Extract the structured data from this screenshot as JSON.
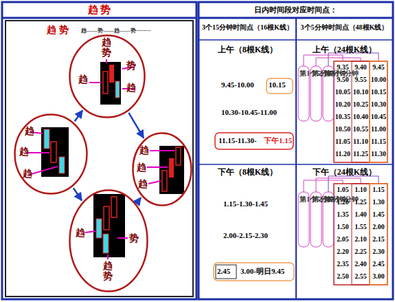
{
  "diagram": {
    "nodes": [
      {
        "text": [
          "趋 势"
        ]
      },
      {
        "text": [
          "趋 势",
          "趋——势——趋——势--------"
        ],
        "in": 0
      },
      {
        "text": [
          "趋势",
          "趋",
          "势",
          "趋"
        ],
        "in": 1
      },
      {
        "text": [
          "趋",
          "趋",
          "趋"
        ],
        "in": 1
      },
      {
        "text": [
          "趋",
          "趋",
          "趋"
        ],
        "in": 1
      },
      {
        "text": [
          "趋",
          "势",
          "趋势"
        ],
        "in": 1
      },
      {
        "text": [
          "日内时间段对应时间点："
        ]
      }
    ],
    "edges": [
      {
        "from": 3,
        "to": 2,
        "arrow": "to"
      },
      {
        "from": 2,
        "to": 4,
        "arrow": "to"
      },
      {
        "from": 3,
        "to": 5,
        "arrow": "to"
      },
      {
        "from": 5,
        "to": 4,
        "arrow": "to"
      }
    ],
    "labels": [
      "3个15分钟时间点（16根K线）",
      "3个5分钟时间点（48根K线）",
      "上午（8根K线）",
      "上午（24根K线）",
      "9.45-10.00",
      "10.15",
      "10.30-10.45-11.00",
      "11.15-11.30-",
      "下午1.15",
      "下午（8根K线）",
      "下午（24根K线）",
      "1.15-1.30-1.45",
      "2.00-2.15-2.30",
      "2.45",
      "3.00-明日9.45",
      "第1个5分钟",
      "第2个5分钟",
      "第3个5分钟",
      "第1个5分钟",
      "第2个5分钟",
      "第3个5分钟",
      "9.35",
      "9.40",
      "9.45",
      "9.50",
      "9.55",
      "10.00",
      "10.05",
      "10.10",
      "10.15",
      "10.20",
      "10.25",
      "10.30",
      "10.35",
      "10.40",
      "10.45",
      "10.50",
      "10.55",
      "11.00",
      "11.05",
      "11.10",
      "11.15",
      "11.20",
      "11.25",
      "11.30",
      "1.05",
      "1.10",
      "1.15",
      "1.20",
      "1.25",
      "1.30",
      "1.35",
      "1.40",
      "1.45",
      "1.50",
      "1.55",
      "2.00",
      "2.05",
      "2.10",
      "2.15",
      "2.20",
      "2.25",
      "2.30",
      "2.35",
      "2.40",
      "2.45",
      "2.50",
      "2.55",
      "3.00"
    ]
  }
}
